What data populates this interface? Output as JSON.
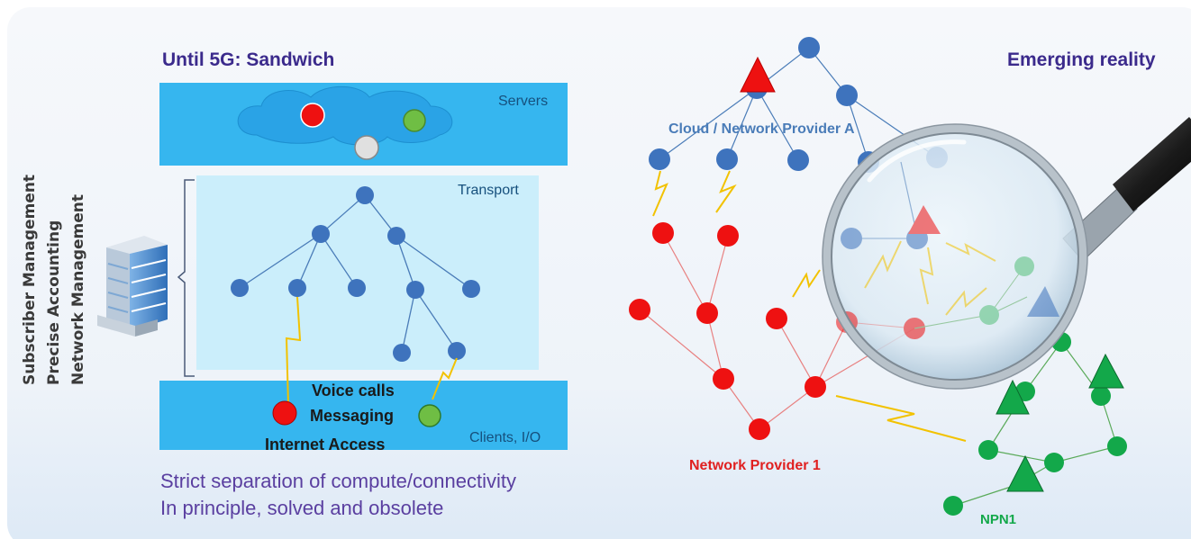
{
  "left_panel": {
    "title": "Until 5G: Sandwich",
    "layers": {
      "servers": "Servers",
      "transport": "Transport",
      "clients": "Clients, I/O"
    },
    "client_services": [
      "Voice calls",
      "Messaging",
      "Internet Access"
    ],
    "management_labels": [
      "Subscriber Management",
      "Precise Accounting",
      "Network Management"
    ],
    "caption": [
      "Strict separation of compute/connectivity",
      "In principle, solved and obsolete"
    ]
  },
  "right_panel": {
    "title": "Emerging reality",
    "labels": {
      "cloud_provider": "Cloud / Network Provider A",
      "network_provider": "Network Provider 1",
      "npn": "NPN1"
    }
  },
  "colors": {
    "title_purple": "#3b2a8c",
    "caption_purple": "#5a3fa0",
    "blue_node": "#3e73bd",
    "red_node": "#ee1111",
    "green_node": "#13a84a",
    "server_band": "#36b6ef",
    "transport_band": "#cbeefb",
    "lightning": "#f2c200"
  }
}
